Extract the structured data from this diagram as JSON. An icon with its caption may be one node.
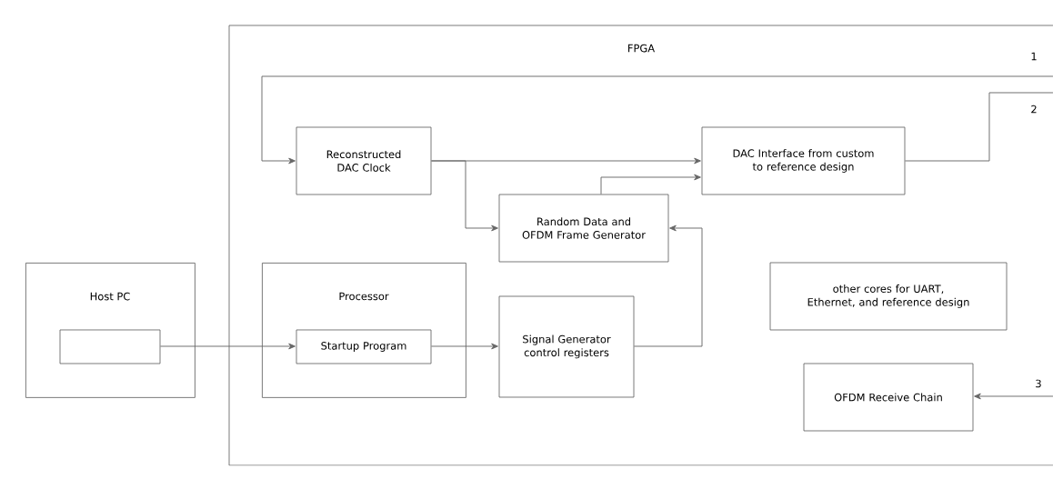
{
  "diagram": {
    "nodes": [
      {
        "text": [
          "FPGA"
        ]
      },
      {
        "text": [
          "Reconstructed DAC Clock"
        ],
        "in": 0
      },
      {
        "text": [
          "DAC Interface from custom to reference design"
        ],
        "in": 0
      },
      {
        "text": [
          "Random Data and OFDM Frame Generator"
        ],
        "in": 0
      },
      {
        "text": [
          "Host PC"
        ]
      },
      {
        "text": [],
        "shape": "box",
        "in": 4
      },
      {
        "text": [
          "Processor"
        ],
        "in": 0
      },
      {
        "text": [
          "Startup Program"
        ],
        "in": 6
      },
      {
        "text": [
          "Signal Generator control registers"
        ],
        "in": 0
      },
      {
        "text": [
          "other cores for UART, Ethernet, and reference design"
        ],
        "in": 0
      },
      {
        "text": [
          "OFDM Receive Chain"
        ],
        "in": 0
      }
    ],
    "edges": [
      {
        "from": null,
        "to": 1,
        "arrow": "to",
        "label": "1"
      },
      {
        "from": 2,
        "to": null,
        "arrow": "none",
        "label": "2"
      },
      {
        "from": null,
        "to": 10,
        "arrow": "to",
        "label": "3"
      },
      {
        "from": 1,
        "to": 2,
        "arrow": "to"
      },
      {
        "from": 1,
        "to": 3,
        "arrow": "to"
      },
      {
        "from": 3,
        "to": 2,
        "arrow": "to"
      },
      {
        "from": 5,
        "to": 7,
        "arrow": "to"
      },
      {
        "from": 7,
        "to": 8,
        "arrow": "to"
      },
      {
        "from": 8,
        "to": 3,
        "arrow": "to"
      }
    ]
  }
}
